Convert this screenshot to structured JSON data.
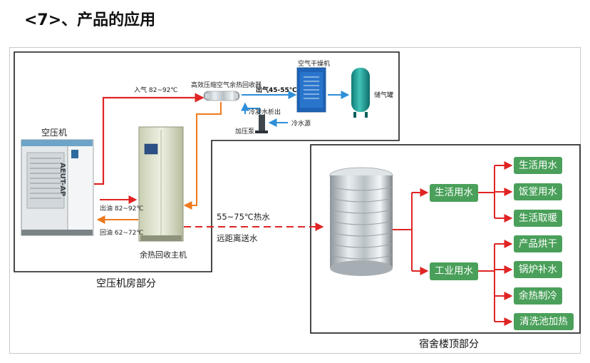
{
  "heading": "<7>、产品的应用",
  "machine_room": {
    "caption": "空压机房部分",
    "compressor_label": "空压机",
    "compressor_brand": "AEUT-AP",
    "host_label": "余热回收主机",
    "intake_label": "入气 82~92℃",
    "oil_out_label": "出油 82~92℃",
    "oil_return_label": "回油 62~72℃"
  },
  "air_line": {
    "recovery_label": "高效压缩空气余热回收器",
    "outlet_label": "出气45-55℃",
    "dryer_label": "空气干燥机",
    "tank_label": "储气罐",
    "condensate_label": "冷凝水析出",
    "pump_label": "加压泵",
    "cold_water_label": "冷水源"
  },
  "transfer": {
    "hot_water_label": "55~75℃热水",
    "remote_label": "远距离送水"
  },
  "roof": {
    "caption": "宿舍楼顶部分",
    "domestic": {
      "label": "生活用水",
      "items": [
        "生活用水",
        "饭堂用水",
        "生活取暖"
      ]
    },
    "industrial": {
      "label": "工业用水",
      "items": [
        "产品烘干",
        "锅炉补水",
        "余热制冷",
        "清洗池加热"
      ]
    }
  },
  "colors": {
    "hot_pipe": "#e02424",
    "oil_return_pipe": "#ee7a1e",
    "cold_pipe": "#2f8fd8",
    "green_box": "#4aa05a"
  }
}
